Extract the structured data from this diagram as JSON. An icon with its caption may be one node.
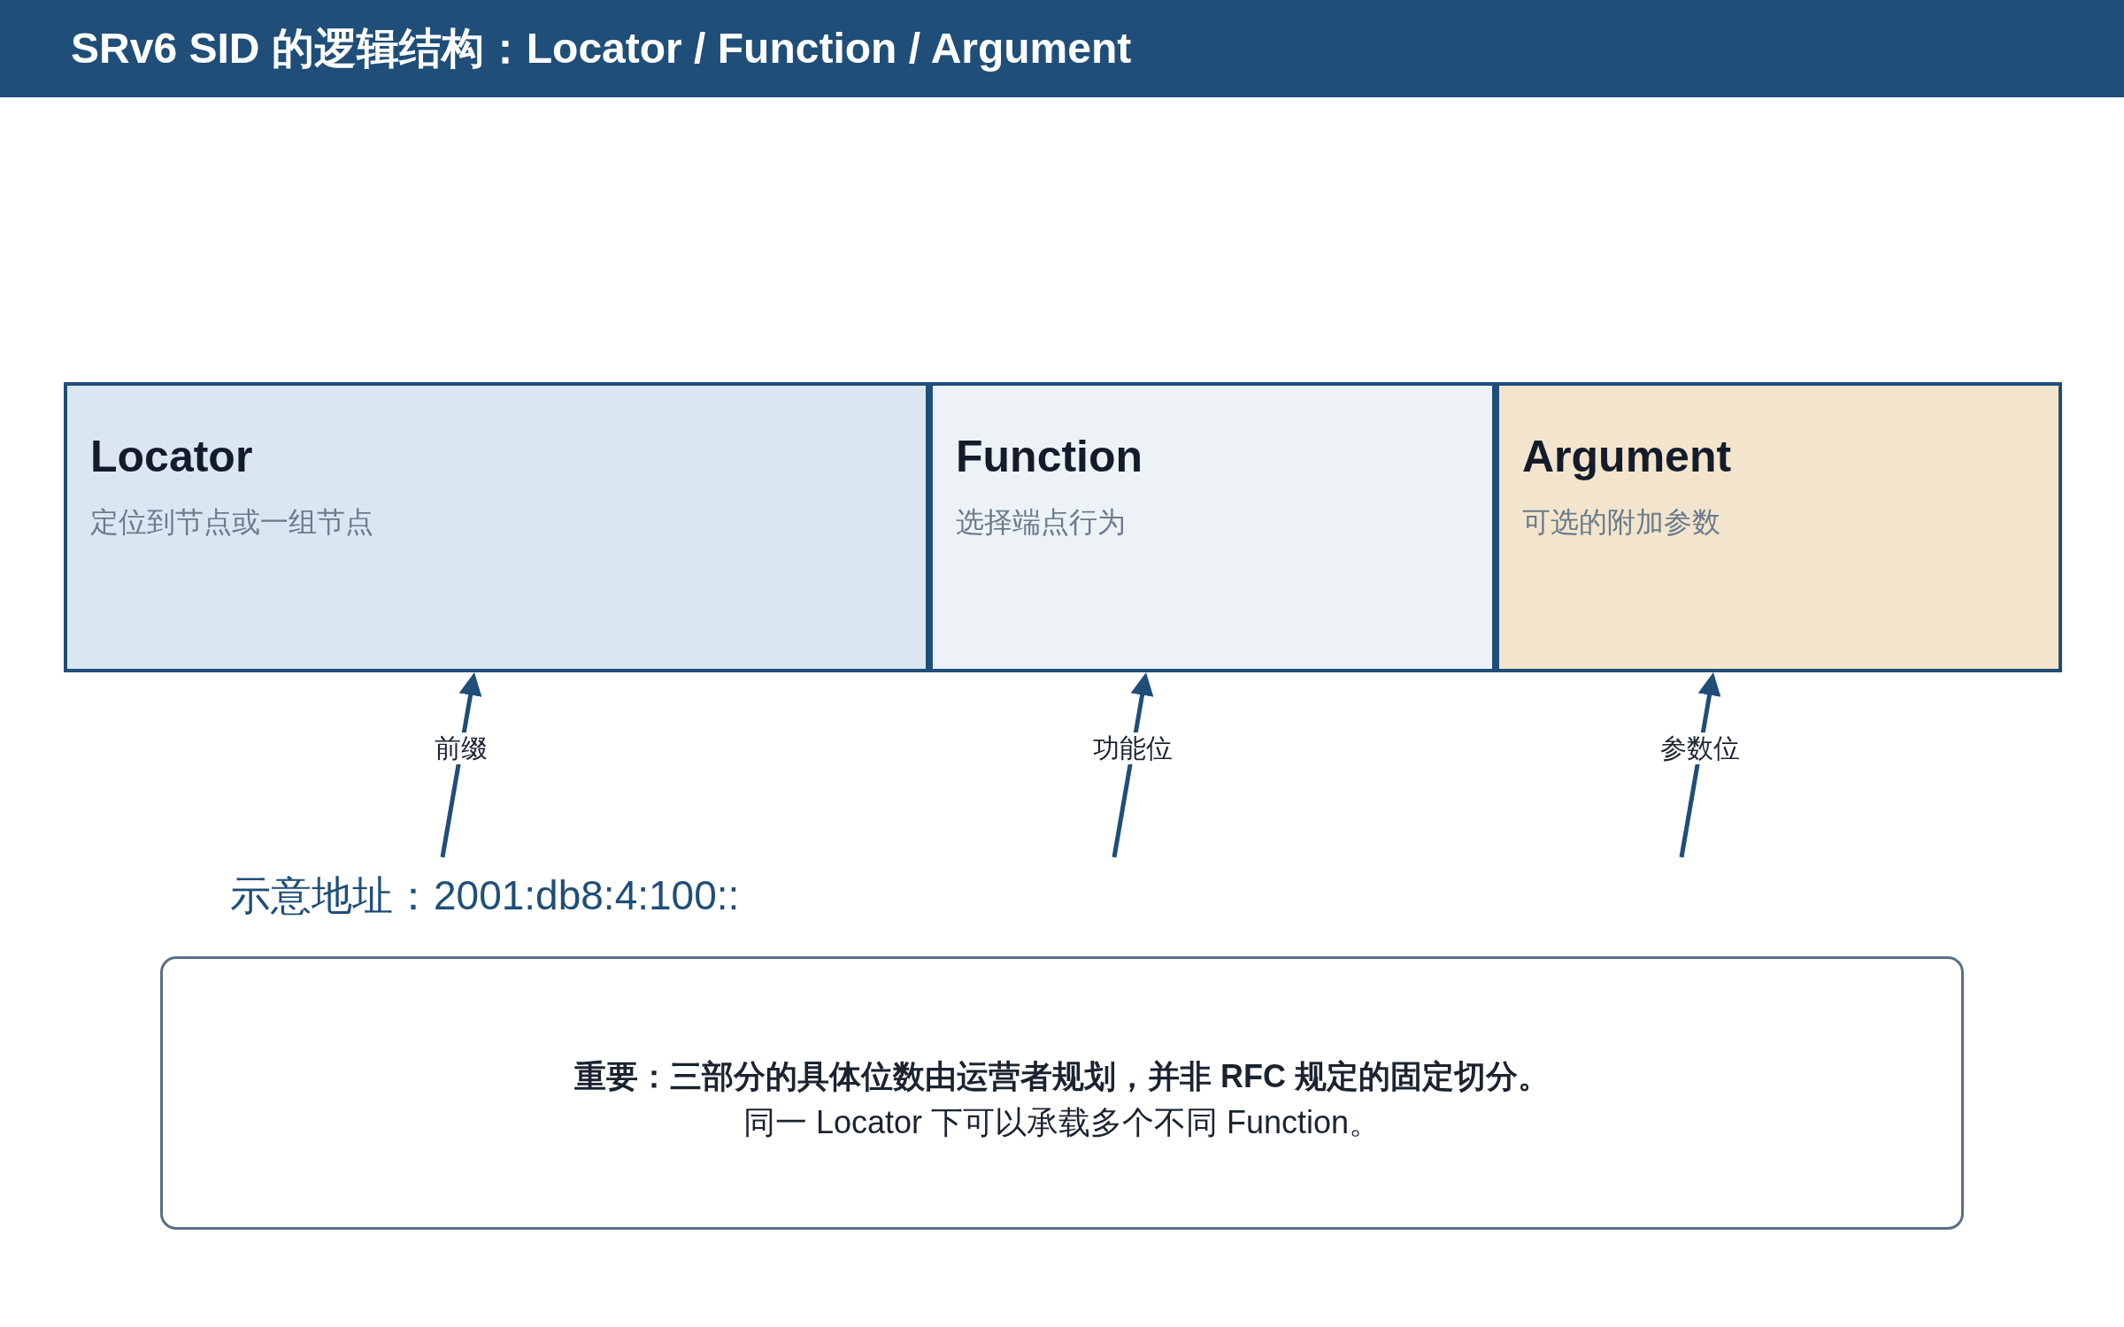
{
  "diagram": {
    "title": "SRv6 SID 的逻辑结构：Locator / Function / Argument",
    "nodes": [
      {
        "text": [
          "Locator",
          "定位到节点或一组节点"
        ]
      },
      {
        "text": [
          "Function",
          "选择端点行为"
        ]
      },
      {
        "text": [
          "Argument",
          "可选的附加参数"
        ]
      },
      {
        "text": [
          "重要：三部分的具体位数由运营者规划，并非 RFC 规定的固定切分。",
          "同一 Locator 下可以承载多个不同 Function。"
        ]
      }
    ],
    "edges": [
      {
        "from": null,
        "to": 0,
        "arrow": "to",
        "label": "前缀"
      },
      {
        "from": null,
        "to": 1,
        "arrow": "to",
        "label": "功能位"
      },
      {
        "from": null,
        "to": 2,
        "arrow": "to",
        "label": "参数位"
      }
    ],
    "labels": [
      "示意地址：2001:db8:4:100::"
    ]
  }
}
